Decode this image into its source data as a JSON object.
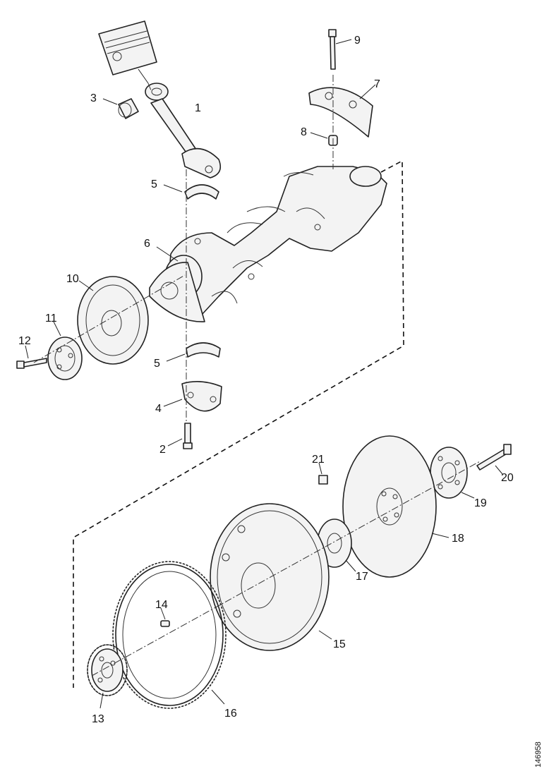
{
  "diagram": {
    "callouts": {
      "c1": "1",
      "c2": "2",
      "c3": "3",
      "c4": "4",
      "c5a": "5",
      "c5b": "5",
      "c6": "6",
      "c7": "7",
      "c8": "8",
      "c9": "9",
      "c10": "10",
      "c11": "11",
      "c12": "12",
      "c13": "13",
      "c14": "14",
      "c15": "15",
      "c16": "16",
      "c17": "17",
      "c18": "18",
      "c19": "19",
      "c20": "20",
      "c21": "21"
    },
    "reference_code": "146958"
  }
}
